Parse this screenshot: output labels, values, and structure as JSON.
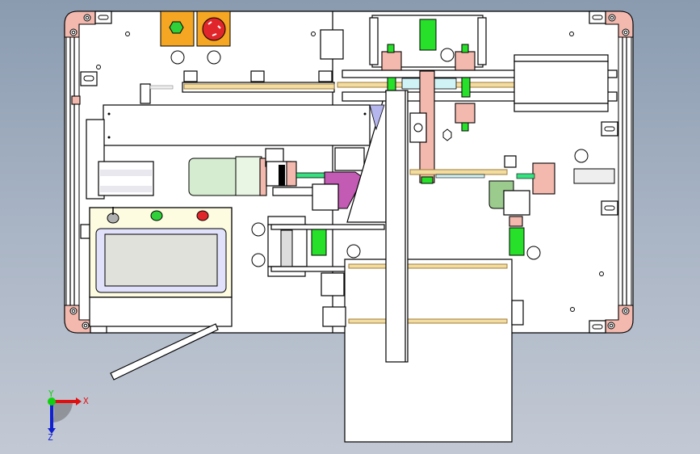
{
  "viewport": {
    "background_top": "#8a9bb0",
    "background_bottom": "#c3c9d4"
  },
  "model": {
    "name": "machine-assembly-top-view",
    "colors": {
      "frame_corner": "#f4b9ae",
      "pneumatic_cylinder": "#27e02a",
      "guide_rod": "#f3dca0",
      "control_box": "#f5a623",
      "emergency_stop": "#e0262b",
      "start_button": "#2fd03a",
      "hmi_panel": "#fdfbe0",
      "hmi_bezel": "#e1e1fb",
      "hmi_screen": "#e1e1dc",
      "motor": "#d6ecd0",
      "bracket_purple": "#c35bb5",
      "bracket_green": "#9ccb8e"
    },
    "hmi": {
      "buttons": [
        {
          "name": "key-switch",
          "color": "#b0b0b0"
        },
        {
          "name": "start",
          "color": "#2fd03a"
        },
        {
          "name": "stop",
          "color": "#e0262b"
        }
      ]
    },
    "control_box": {
      "buttons": [
        {
          "name": "run-indicator",
          "color": "#2fd03a"
        },
        {
          "name": "emergency-stop",
          "color": "#e0262b"
        }
      ]
    }
  },
  "triad": {
    "x_label": "X",
    "y_label": "Y",
    "z_label": "Z",
    "x_color": "#e01010",
    "y_color": "#10d010",
    "z_color": "#1020d0"
  }
}
